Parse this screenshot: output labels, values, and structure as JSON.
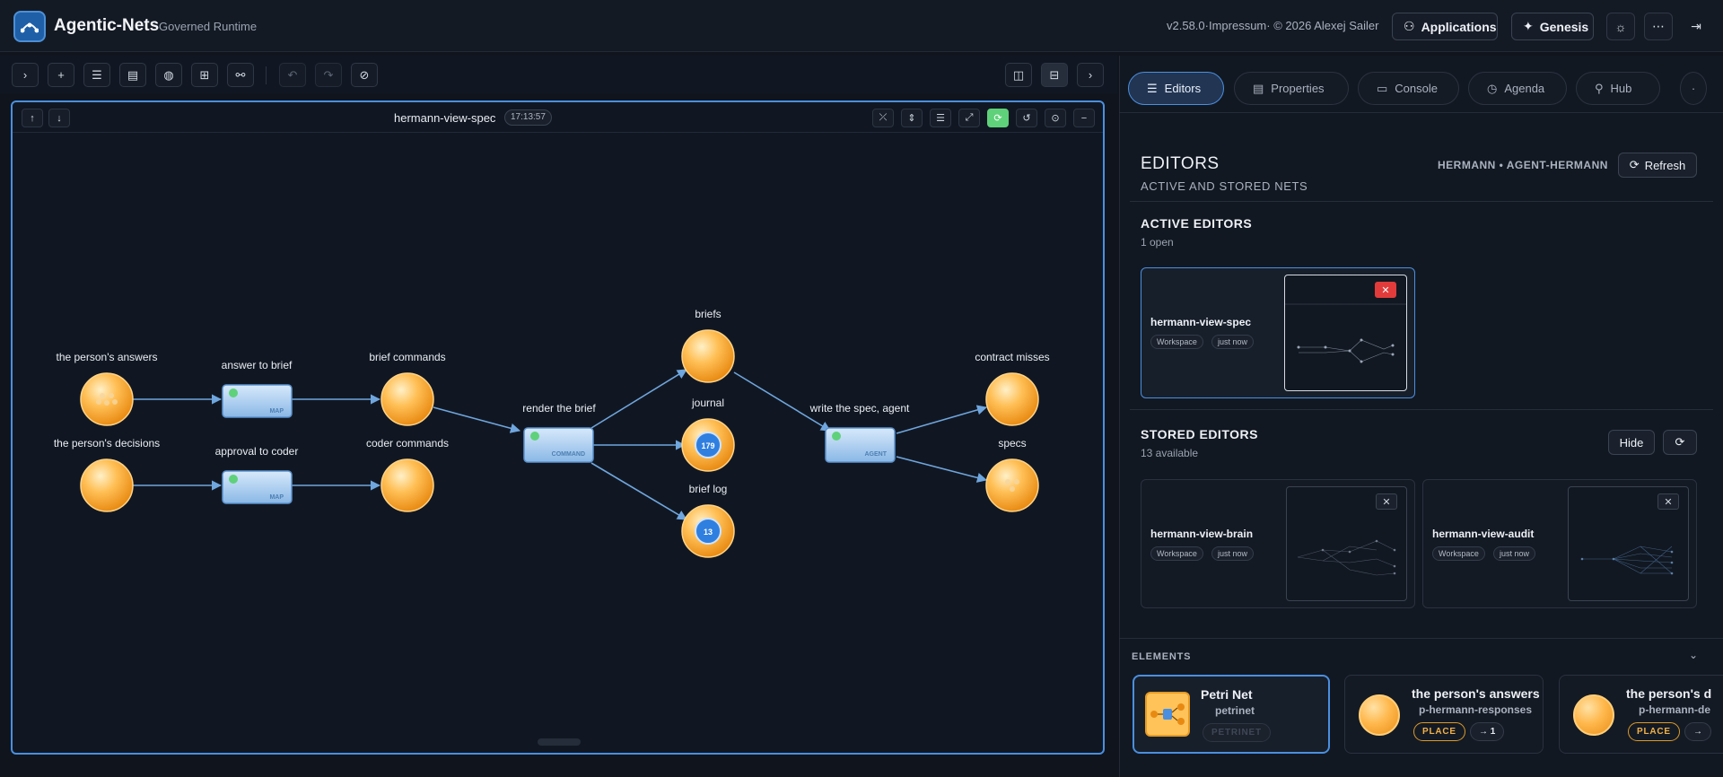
{
  "header": {
    "app_title": "Agentic-Nets",
    "app_subtitle": "Governed Runtime",
    "version": "v2.58.0·Impressum· © 2026 Alexej Sailer",
    "applications_label": "Applications",
    "genesis_label": "Genesis",
    "icons": [
      "logo-icon",
      "sun-icon",
      "more-icon",
      "logout-icon"
    ]
  },
  "toolbar": {
    "icons": [
      "chevron-right-icon",
      "plus-icon",
      "list-icon",
      "layout-icon",
      "palette-icon",
      "grid-icon",
      "connect-icon",
      "undo-icon",
      "redo-icon",
      "cancel-icon",
      "split-vertical-icon",
      "split-horizontal-icon",
      "chevron-right-icon"
    ]
  },
  "canvas": {
    "net_title": "hermann-view-spec",
    "timestamp": "17:13:57",
    "places": [
      {
        "label": "the person's answers"
      },
      {
        "label": "the person's decisions"
      },
      {
        "label": "brief commands"
      },
      {
        "label": "coder commands"
      },
      {
        "label": "briefs"
      },
      {
        "label": "journal",
        "tokens": "179"
      },
      {
        "label": "brief log",
        "tokens": "13"
      },
      {
        "label": "contract misses"
      },
      {
        "label": "specs"
      }
    ],
    "transitions": [
      {
        "label": "answer to brief",
        "kind": "MAP"
      },
      {
        "label": "approval to coder",
        "kind": "MAP"
      },
      {
        "label": "render the brief",
        "kind": "COMMAND"
      },
      {
        "label": "write the spec, agent",
        "kind": "AGENT"
      }
    ]
  },
  "panel": {
    "tabs": [
      {
        "label": "Editors",
        "icon": "menu-icon"
      },
      {
        "label": "Properties",
        "icon": "document-icon"
      },
      {
        "label": "Console",
        "icon": "terminal-icon"
      },
      {
        "label": "Agenda",
        "icon": "clock-icon"
      },
      {
        "label": "Hub",
        "icon": "hub-icon"
      }
    ],
    "editors_title": "EDITORS",
    "editors_subtitle": "ACTIVE AND STORED NETS",
    "user": "HERMANN • AGENT-HERMANN",
    "refresh_label": "Refresh",
    "active": {
      "title": "ACTIVE EDITORS",
      "count": "1 open",
      "items": [
        {
          "name": "hermann-view-spec",
          "chip1": "Workspace",
          "chip2": "just now"
        }
      ]
    },
    "stored": {
      "title": "STORED EDITORS",
      "count": "13 available",
      "hide_label": "Hide",
      "items": [
        {
          "name": "hermann-view-brain",
          "chip1": "Workspace",
          "chip2": "just now"
        },
        {
          "name": "hermann-view-audit",
          "chip1": "Workspace",
          "chip2": "just now"
        }
      ]
    },
    "elements": {
      "title": "ELEMENTS",
      "items": [
        {
          "name": "Petri Net",
          "id": "petrinet",
          "type": "PETRINET"
        },
        {
          "name": "the person's answers",
          "id": "p-hermann-responses",
          "type": "PLACE",
          "arcs": "→ 1"
        },
        {
          "name": "the person's d",
          "id": "p-hermann-de",
          "type": "PLACE",
          "arcs": "→"
        }
      ]
    }
  },
  "colors": {
    "accent": "#4a8fe0",
    "place": "#ffb84d",
    "transition": "#a9cdf2",
    "danger": "#e23b3b",
    "green": "#5fd17a"
  }
}
